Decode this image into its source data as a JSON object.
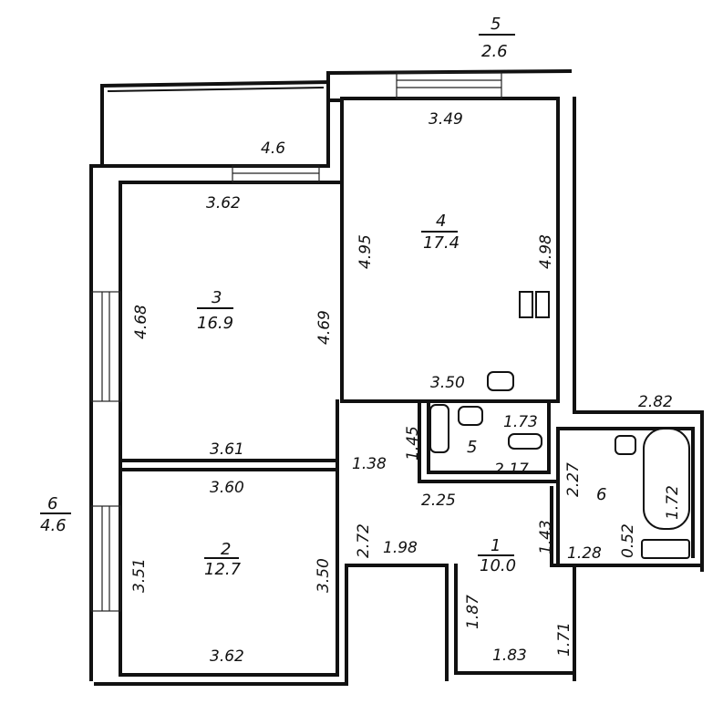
{
  "balcony": {
    "number": "5",
    "area": "2.6"
  },
  "loggia": {
    "area": "4.6"
  },
  "rooms": {
    "r1": {
      "number": "1",
      "area": "10.0"
    },
    "r2": {
      "number": "2",
      "area": "12.7"
    },
    "r3": {
      "number": "3",
      "area": "16.9"
    },
    "r4": {
      "number": "4",
      "area": "17.4"
    },
    "r5": {
      "number": "5"
    },
    "r6": {
      "number": "6",
      "area": "4.6",
      "inner_number": "6"
    }
  },
  "dims": {
    "r4_top": "3.49",
    "r4_left": "4.95",
    "r4_right": "4.98",
    "r4_bottom": "3.50",
    "r3_top": "3.62",
    "r3_left": "4.68",
    "r3_right": "4.69",
    "r3_bottom": "3.61",
    "r2_top": "3.60",
    "r2_left": "3.51",
    "r2_right": "3.50",
    "r2_bottom": "3.62",
    "corr_a": "1.38",
    "corr_b": "1.45",
    "corr_c": "2.72",
    "corr_d": "1.98",
    "corr_e": "2.25",
    "bath5_top": "1.73",
    "bath5_bottom": "2.17",
    "hall_a": "1.43",
    "hall_b": "1.87",
    "hall_c": "1.83",
    "hall_d": "1.71",
    "bath6_top": "2.82",
    "bath6_a": "2.27",
    "bath6_b": "1.72",
    "bath6_c": "0.52",
    "bath6_d": "1.28"
  }
}
